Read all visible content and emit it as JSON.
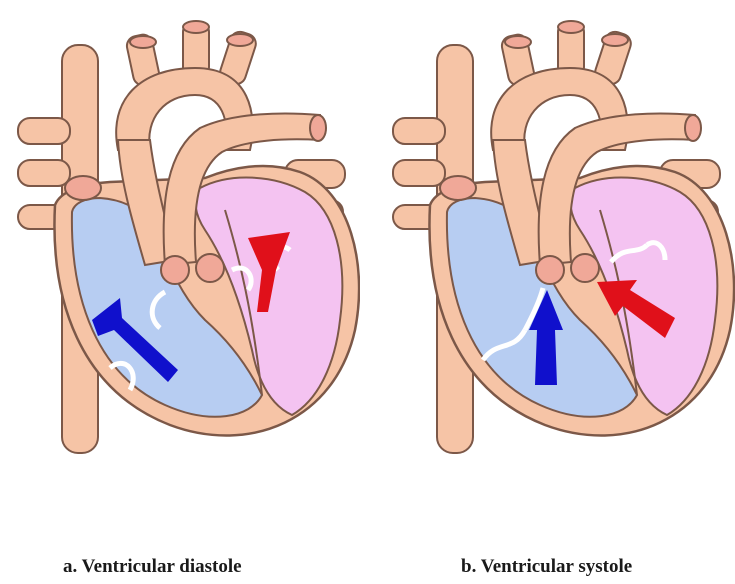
{
  "colors": {
    "tissue": "#f6c4a6",
    "outline": "#7c5848",
    "right_heart": "#b7cdf2",
    "left_heart": "#f4c3f1",
    "valve": "#f0a898",
    "deoxygenated_arrow": "#1010cc",
    "oxygenated_arrow": "#e0101a"
  },
  "panels": [
    {
      "id": "a",
      "caption": "a. Ventricular diastole",
      "phase": "diastole"
    },
    {
      "id": "b",
      "caption": "b. Ventricular systole",
      "phase": "systole"
    }
  ]
}
